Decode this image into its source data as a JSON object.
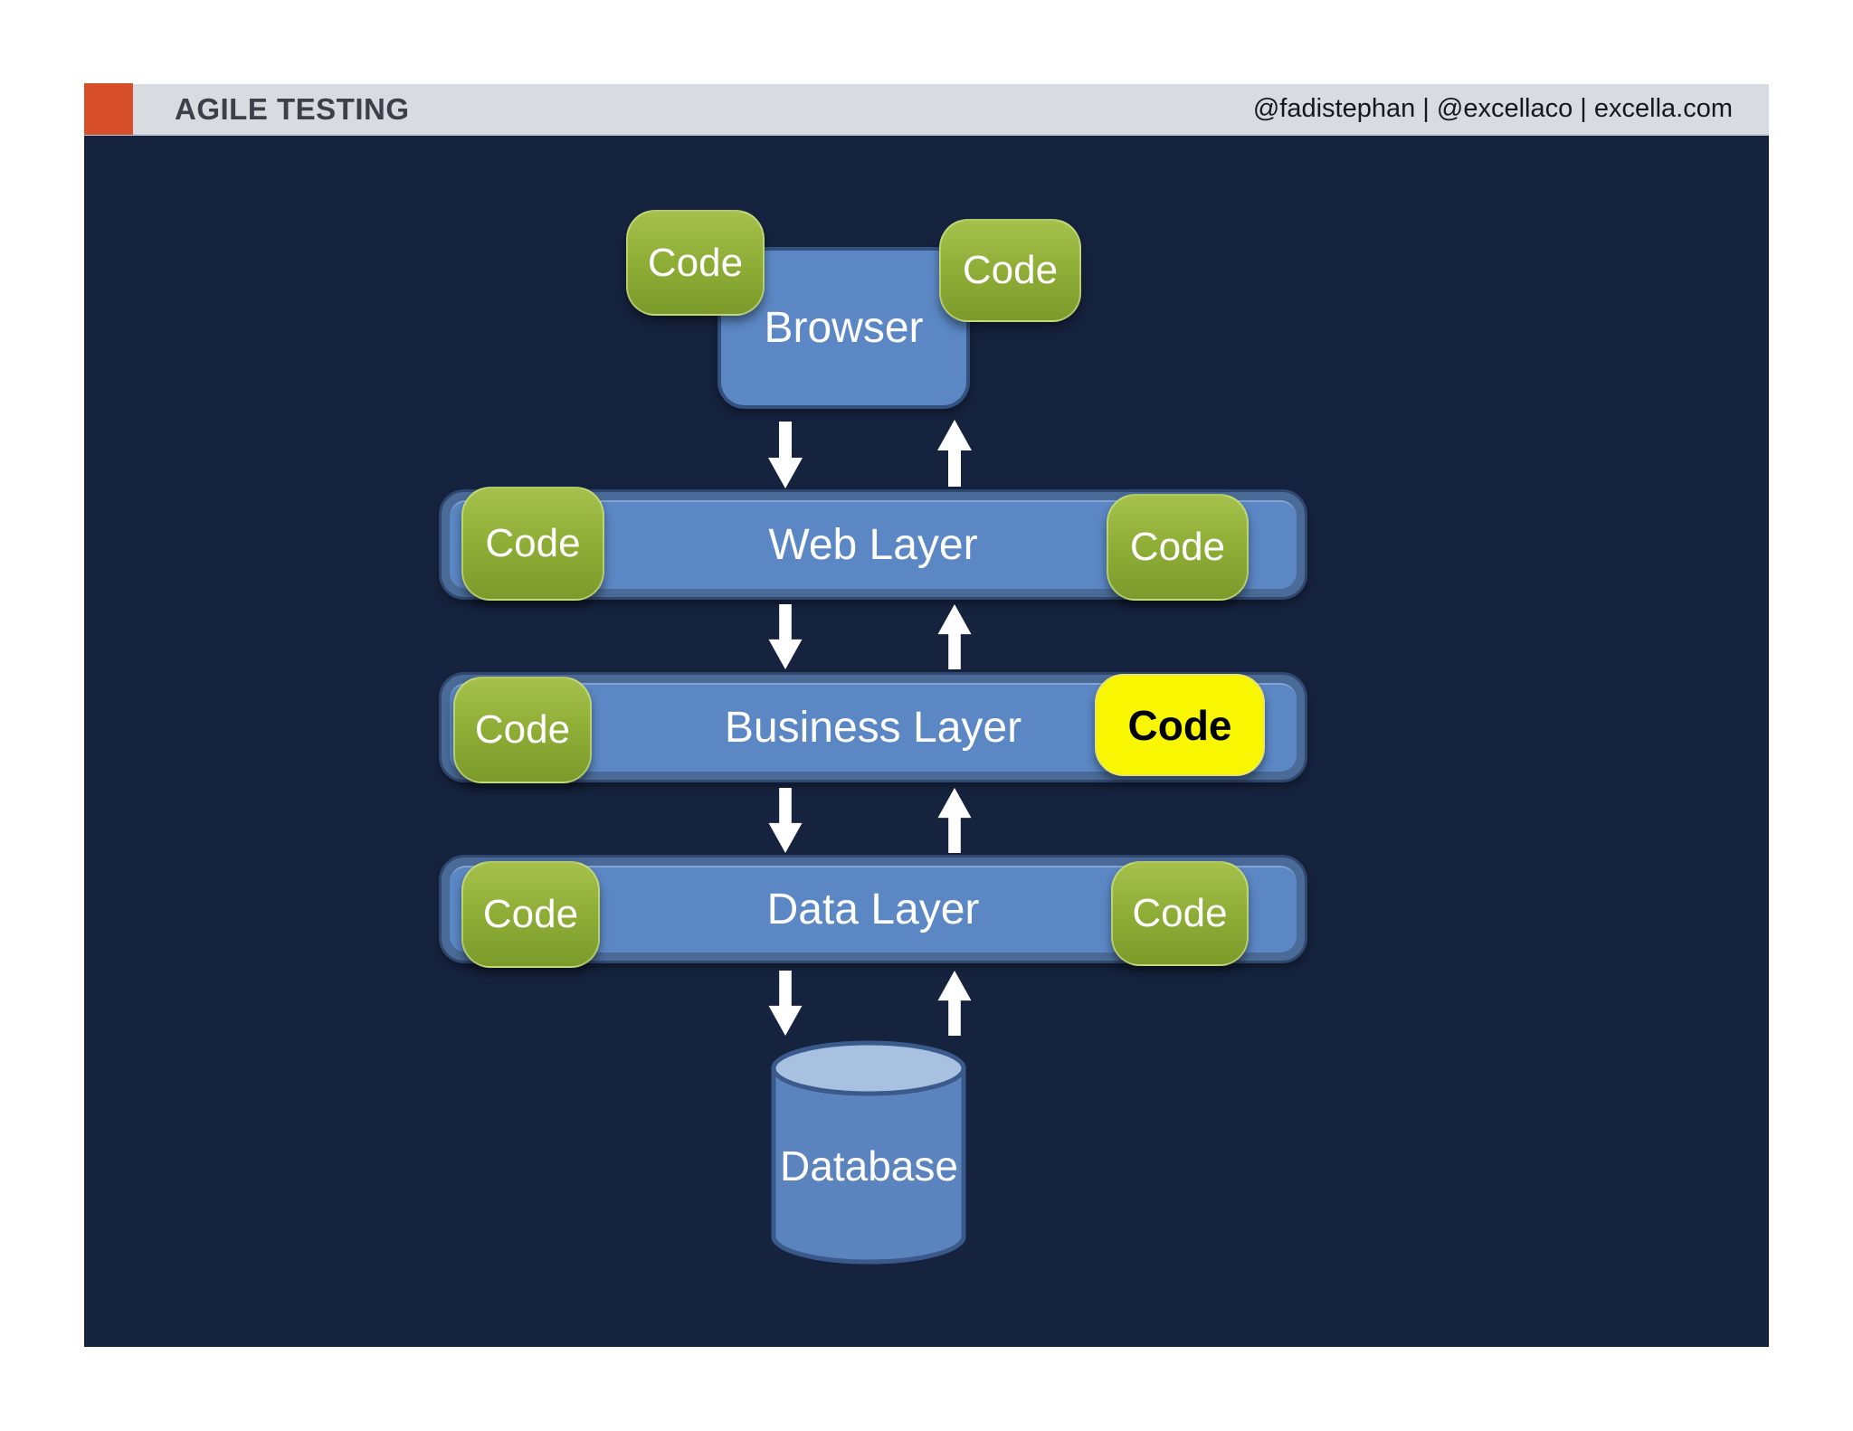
{
  "header": {
    "title": "AGILE TESTING",
    "meta": "@fadistephan | @excellaco | excella.com"
  },
  "diagram": {
    "browser": {
      "label": "Browser",
      "code_left": "Code",
      "code_right": "Code"
    },
    "layers": [
      {
        "label": "Web Layer",
        "code_left": "Code",
        "code_right": "Code",
        "code_right_style": "green"
      },
      {
        "label": "Business Layer",
        "code_left": "Code",
        "code_right": "Code",
        "code_right_style": "yellow-highlight"
      },
      {
        "label": "Data Layer",
        "code_left": "Code",
        "code_right": "Code",
        "code_right_style": "green"
      }
    ],
    "database": {
      "label": "Database"
    }
  },
  "colors": {
    "slide_background": "#16233f",
    "header_bar": "#d8dbe0",
    "header_accent": "#d64e2a",
    "layer_fill": "#5b87c4",
    "layer_outer": "#4a6b97",
    "code_green": "#8fae37",
    "code_highlight_yellow": "#f9f602",
    "database_top": "#a8c1e1",
    "arrow": "#ffffff"
  }
}
